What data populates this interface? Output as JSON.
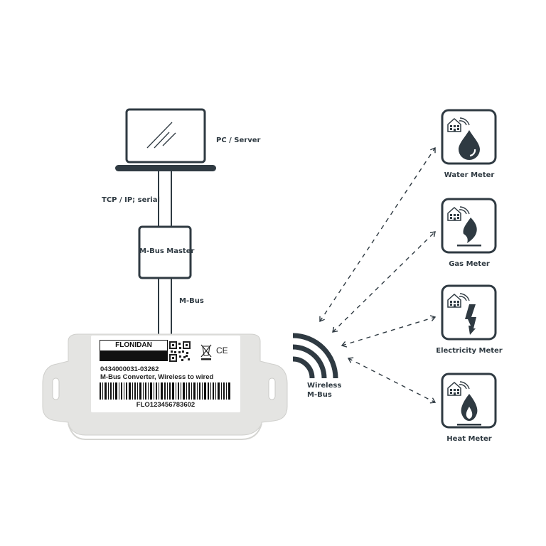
{
  "diagram": {
    "colors": {
      "primary": "#2f3a42",
      "device_body": "#e6e6e4",
      "background": "#ffffff"
    },
    "nodes": {
      "pc": {
        "label": "PC / Server",
        "icon": "laptop-icon"
      },
      "link_pc_master": {
        "label": "TCP / IP; serial"
      },
      "master": {
        "label": "M-Bus Master"
      },
      "link_master_converter": {
        "label": "M-Bus"
      },
      "wireless": {
        "label_line1": "Wireless",
        "label_line2": "M-Bus",
        "icon": "wireless-signal-icon"
      }
    },
    "device": {
      "brand": "FLONIDAN",
      "serial": "0434000031-03262",
      "description": "M-Bus Converter, Wireless to wired",
      "barcode_text": "FLO123456783602",
      "ce_mark": "CE",
      "icons": [
        "qr-code-icon",
        "weee-bin-icon",
        "ce-mark-icon"
      ]
    },
    "meters": [
      {
        "label": "Water Meter",
        "icon": "water-drop-icon"
      },
      {
        "label": "Gas Meter",
        "icon": "gas-flame-icon"
      },
      {
        "label": "Electricity Meter",
        "icon": "lightning-bolt-icon"
      },
      {
        "label": "Heat Meter",
        "icon": "heat-flame-icon"
      }
    ],
    "connections": [
      {
        "from": "Wireless M-Bus",
        "to": "Water Meter",
        "style": "dashed bidirectional"
      },
      {
        "from": "Wireless M-Bus",
        "to": "Gas Meter",
        "style": "dashed bidirectional"
      },
      {
        "from": "Wireless M-Bus",
        "to": "Electricity Meter",
        "style": "dashed bidirectional"
      },
      {
        "from": "Wireless M-Bus",
        "to": "Heat Meter",
        "style": "dashed bidirectional"
      }
    ]
  }
}
